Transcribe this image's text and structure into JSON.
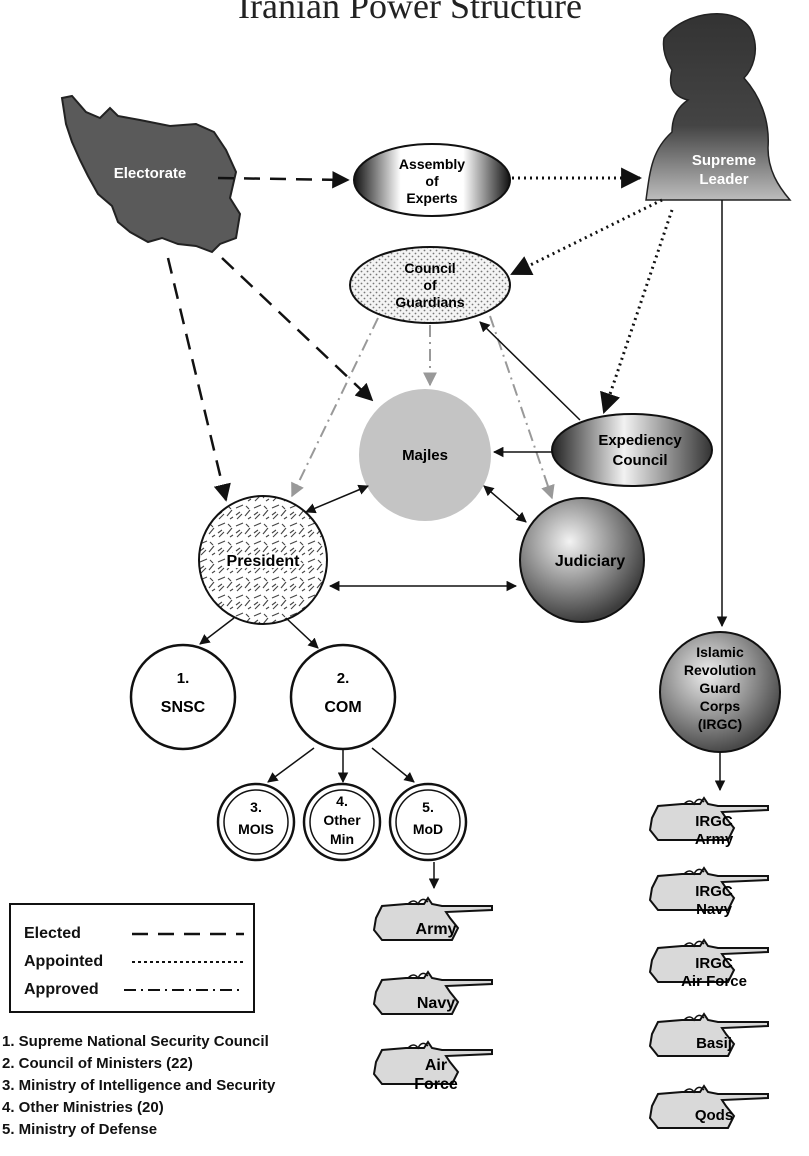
{
  "title": "Iranian Power Structure",
  "nodes": {
    "electorate": "Electorate",
    "supreme_leader": [
      "Supreme",
      "Leader"
    ],
    "assembly": [
      "Assembly",
      "of",
      "Experts"
    ],
    "council_guardians": [
      "Council",
      "of",
      "Guardians"
    ],
    "majles": "Majles",
    "expediency": [
      "Expediency",
      "Council"
    ],
    "president": "President",
    "judiciary": "Judiciary",
    "snsc": [
      "1.",
      "SNSC"
    ],
    "com": [
      "2.",
      "COM"
    ],
    "mois": [
      "3.",
      "MOIS"
    ],
    "other_min": [
      "4.",
      "Other",
      "Min"
    ],
    "mod": [
      "5.",
      "MoD"
    ],
    "irgc": [
      "Islamic",
      "Revolution",
      "Guard",
      "Corps",
      "(IRGC)"
    ]
  },
  "forces_mod": [
    [
      "Army"
    ],
    [
      "Navy"
    ],
    [
      "Air",
      "Force"
    ]
  ],
  "forces_irgc": [
    [
      "IRGC",
      "Army"
    ],
    [
      "IRGC",
      "Navy"
    ],
    [
      "IRGC",
      "Air Force"
    ],
    [
      "Basij"
    ],
    [
      "Qods"
    ]
  ],
  "legend": {
    "elected": "Elected",
    "appointed": "Appointed",
    "approved": "Approved"
  },
  "footnotes": [
    "1. Supreme National Security Council",
    "2. Council of Ministers (22)",
    "3. Ministry of Intelligence and Security",
    "4. Other Ministries (20)",
    "5. Ministry of Defense"
  ]
}
